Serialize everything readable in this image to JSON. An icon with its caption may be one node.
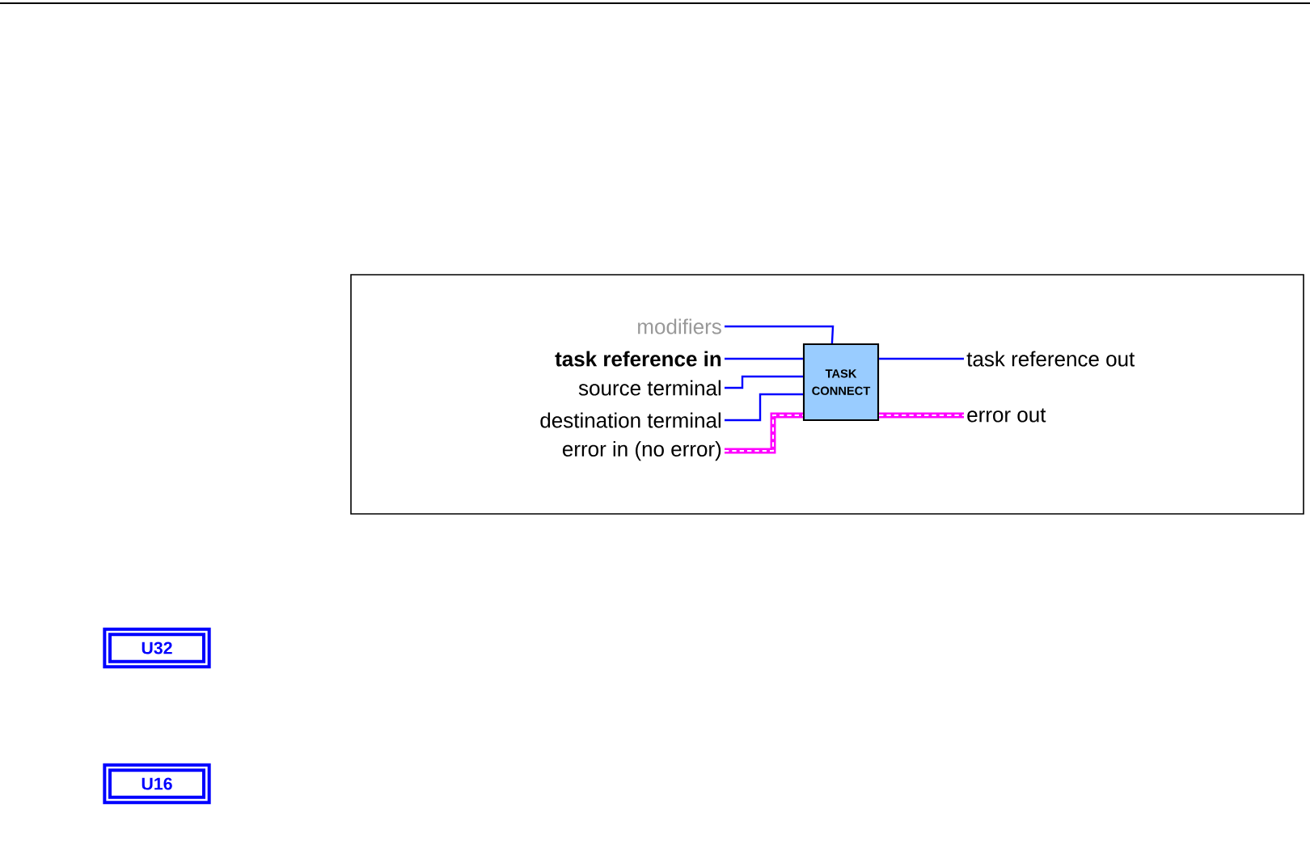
{
  "diagram": {
    "nodes": [
      {
        "text": [
          "modifiers"
        ]
      },
      {
        "text": [
          "task reference in"
        ]
      },
      {
        "text": [
          "source terminal"
        ]
      },
      {
        "text": [
          "destination terminal"
        ]
      },
      {
        "text": [
          "error in (no error)"
        ]
      },
      {
        "text": [
          "task reference out"
        ]
      },
      {
        "text": [
          "error out"
        ]
      },
      {
        "text": [
          "TASK",
          "CONNECT"
        ]
      },
      {
        "text": [
          "U32"
        ]
      },
      {
        "text": [
          "U16"
        ]
      }
    ],
    "edges": [
      {
        "from": 0,
        "to": 7,
        "arrow": "none"
      },
      {
        "from": 1,
        "to": 7,
        "arrow": "none"
      },
      {
        "from": 2,
        "to": 7,
        "arrow": "none"
      },
      {
        "from": 3,
        "to": 7,
        "arrow": "none"
      },
      {
        "from": 4,
        "to": 7,
        "arrow": "none",
        "style": "thick",
        "color": "#ff00ff"
      },
      {
        "from": 7,
        "to": 5,
        "arrow": "none"
      },
      {
        "from": 7,
        "to": 6,
        "arrow": "none",
        "style": "thick",
        "color": "#ff00ff"
      }
    ]
  }
}
